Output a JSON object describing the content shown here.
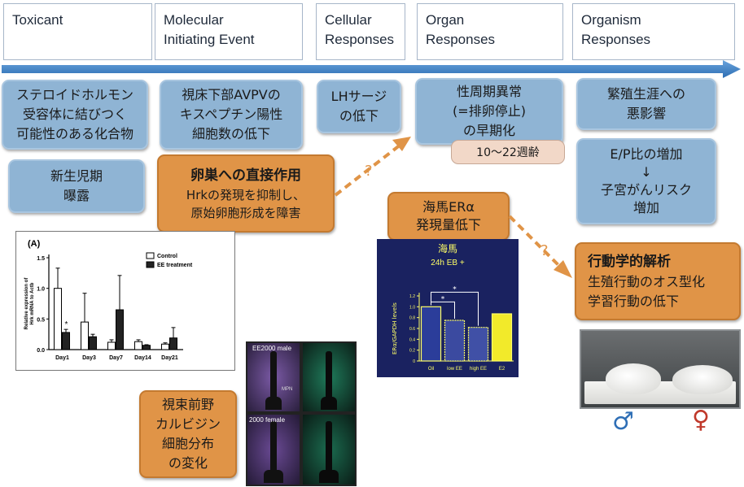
{
  "stages": [
    "Toxicant",
    "Molecular\nInitiating Event",
    "Cellular\nResponses",
    "Organ\nResponses",
    "Organism\nResponses"
  ],
  "boxes": {
    "steroid": "ステロイドホルモン\n受容体に結びつく\n可能性のある化合物",
    "neonatal": "新生児期\n曝露",
    "kisspeptin": "視床下部AVPVの\nキスペプチン陽性\n細胞数の低下",
    "lh": "LHサージ\nの低下",
    "estrous": "性周期異常\n(=排卵停止)\nの早期化",
    "weeks": "10〜22週齢",
    "reproductive": "繁殖生涯への\n悪影響",
    "ep": "E/P比の増加\n↓\n子宮がんリスク\n増加",
    "ovary_title": "卵巣への直接作用",
    "ovary_body": "Hrkの発現を抑制し、\n原始卵胞形成を障害",
    "hippo": "海馬ERα\n発現量低下",
    "behavior_title": "行動学的解析",
    "behavior_body": "生殖行動のオス型化\n学習行動の低下",
    "calbindin": "視束前野\nカルビジン\n細胞分布\nの変化"
  },
  "question_marks": [
    "?",
    "?"
  ],
  "sex_symbols": {
    "male": "♂",
    "female": "♀",
    "male_color": "#2f6fb6",
    "female_color": "#c0392b"
  },
  "micrograph": {
    "label_male": "EE2000 male",
    "label_female": "2000 female",
    "region": "MPN"
  },
  "chart_data": [
    {
      "type": "bar",
      "panel_label": "(A)",
      "categories": [
        "Day1",
        "Day3",
        "Day7",
        "Day14",
        "Day21"
      ],
      "series": [
        {
          "name": "Control",
          "values": [
            1.0,
            0.45,
            0.12,
            0.13,
            0.09
          ],
          "errors": [
            0.33,
            0.47,
            0.04,
            0.03,
            0.02
          ]
        },
        {
          "name": "EE treatment",
          "values": [
            0.28,
            0.21,
            0.65,
            0.07,
            0.19
          ],
          "errors": [
            0.05,
            0.04,
            0.56,
            0.01,
            0.17
          ]
        }
      ],
      "ylabel": "Relative expression of\nHrk mRNA to Actb",
      "ylim": [
        0,
        1.5
      ],
      "yticks": [
        "0.0",
        "0.5",
        "1.0",
        "1.5"
      ],
      "annotation": "*"
    },
    {
      "type": "bar",
      "title": "海馬",
      "subtitle": "24h EB +",
      "categories": [
        "Oil",
        "low EE",
        "high EE",
        "E2"
      ],
      "values": [
        1.0,
        0.75,
        0.62,
        0.87
      ],
      "ylabel": "ERα/GAPDH levels",
      "ylim": [
        0,
        1.2
      ],
      "yticks": [
        "0",
        "0.2",
        "0.4",
        "0.6",
        "0.8",
        "1.0",
        "1.2"
      ],
      "annotation": "*"
    }
  ]
}
